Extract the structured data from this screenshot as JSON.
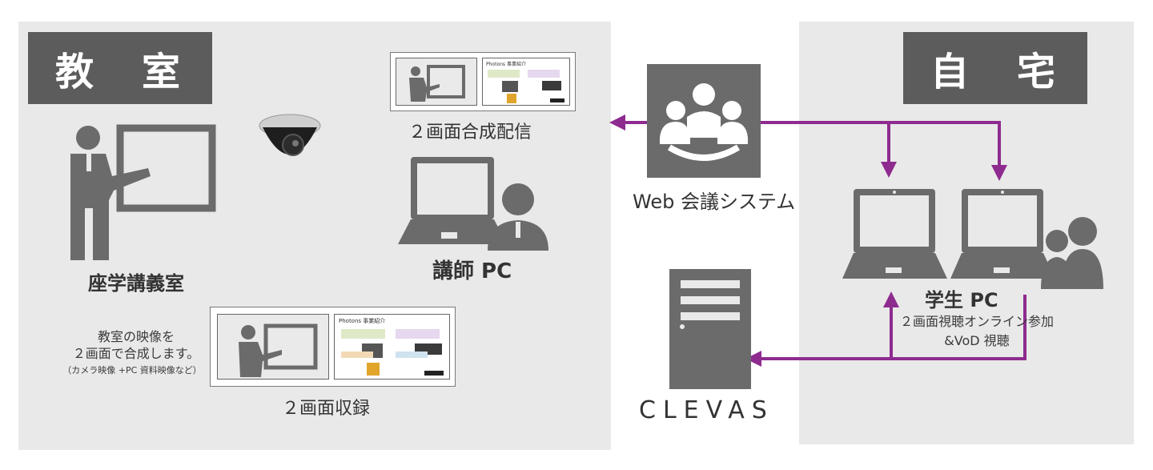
{
  "classroom": {
    "title": "教　室",
    "lecture_room_label": "座学講義室",
    "instructor_pc_label": "講師 PC",
    "compose_stream_label": "２画面合成配信",
    "record_label": "２画面収録",
    "note_line1": "教室の映像を",
    "note_line2": "２画面で合成します。",
    "note_line3": "（カメラ映像 +PC 資料映像など）",
    "thumb_heading": "Photons 事業紹介"
  },
  "home": {
    "title": "自　宅",
    "student_pc_label": "学生 PC",
    "student_caption_line1": "２画面視聴オンライン参加",
    "student_caption_line2": "&VoD 視聴"
  },
  "web_conference": {
    "label": "Web 会議システム"
  },
  "server": {
    "logo_text": "CLEVAS"
  },
  "colors": {
    "panel": "#e9e9e9",
    "title_box": "#5c5c5c",
    "icon_gray": "#6b6b6b",
    "arrow_purple": "#8e2b8f"
  },
  "icons": {
    "teacher": "teacher-at-board-icon",
    "camera": "dome-camera-icon",
    "laptop": "laptop-icon",
    "person": "person-icon",
    "group": "group-meeting-icon",
    "server": "server-tower-icon"
  }
}
